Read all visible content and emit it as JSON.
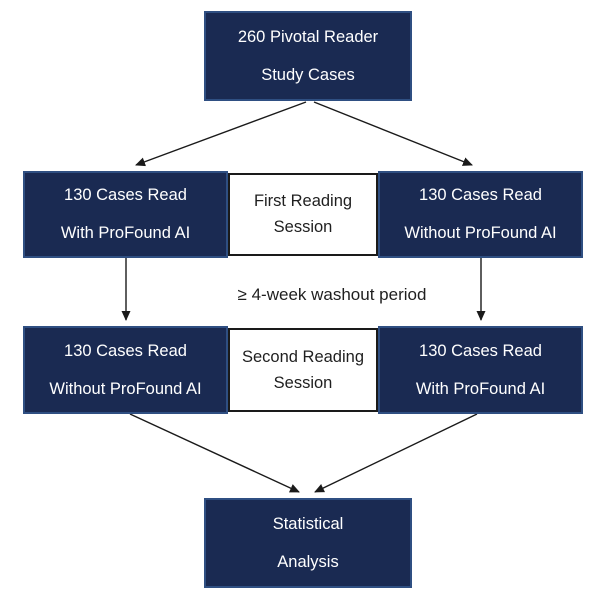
{
  "diagram": {
    "title_box": {
      "line1": "260 Pivotal Reader",
      "line2": "Study Cases"
    },
    "session1": {
      "left": {
        "line1": "130 Cases Read",
        "line2": "With ProFound AI"
      },
      "middle": {
        "line1": "First Reading",
        "line2": "Session"
      },
      "right": {
        "line1": "130 Cases Read",
        "line2": "Without ProFound AI"
      }
    },
    "washout_label": "≥ 4-week washout period",
    "session2": {
      "left": {
        "line1": "130 Cases Read",
        "line2": "Without ProFound AI"
      },
      "middle": {
        "line1": "Second Reading",
        "line2": "Session"
      },
      "right": {
        "line1": "130 Cases Read",
        "line2": "With ProFound AI"
      }
    },
    "result_box": {
      "line1": "Statistical",
      "line2": "Analysis"
    },
    "colors": {
      "box_fill": "#1A2A52",
      "box_border": "#2F4F82",
      "box_text": "#FFFFFF",
      "session_box_fill": "#FFFFFF",
      "session_box_border": "#1A1A1A",
      "session_box_text": "#1F1F1F",
      "arrow": "#1A1A1A",
      "background": "#FFFFFF"
    }
  }
}
